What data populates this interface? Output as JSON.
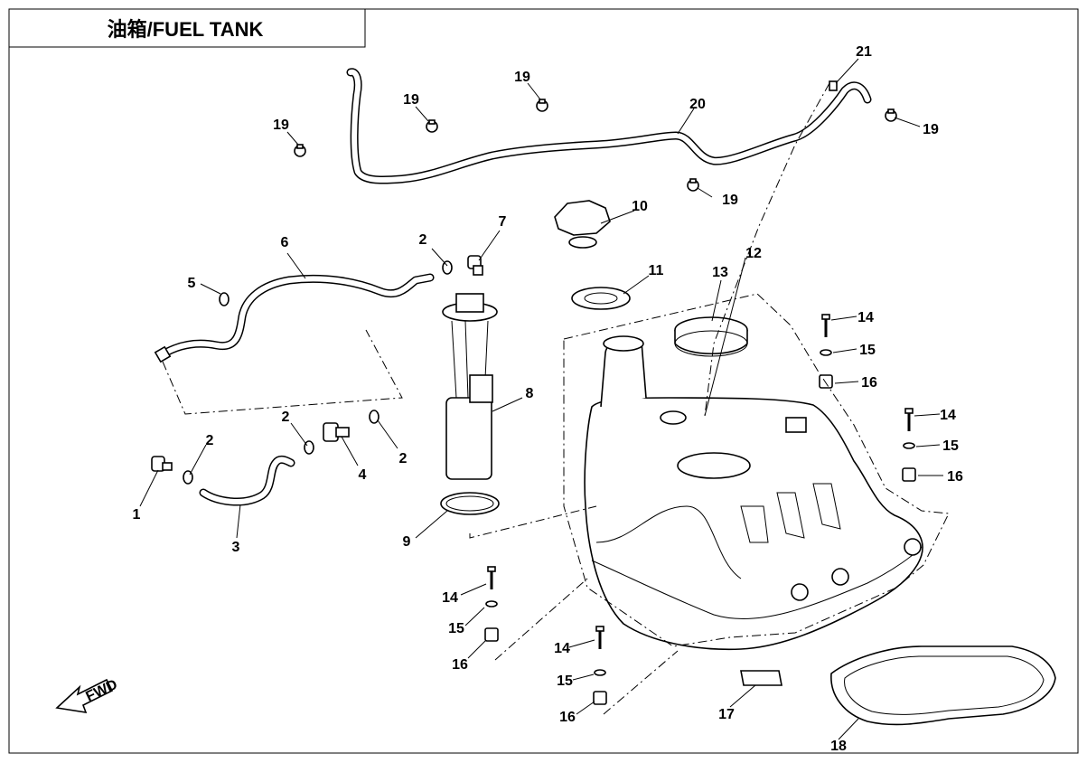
{
  "title": "油箱/FUEL TANK",
  "fwd_label": "FWD",
  "callouts": {
    "c1": "1",
    "c2a": "2",
    "c2b": "2",
    "c2c": "2",
    "c2d": "2",
    "c3": "3",
    "c4": "4",
    "c5": "5",
    "c6": "6",
    "c7": "7",
    "c8": "8",
    "c9": "9",
    "c10": "10",
    "c11": "11",
    "c12": "12",
    "c13": "13",
    "c14a": "14",
    "c14b": "14",
    "c14c": "14",
    "c14d": "14",
    "c15a": "15",
    "c15b": "15",
    "c15c": "15",
    "c15d": "15",
    "c16a": "16",
    "c16b": "16",
    "c16c": "16",
    "c16d": "16",
    "c17": "17",
    "c18": "18",
    "c19a": "19",
    "c19b": "19",
    "c19c": "19",
    "c19d": "19",
    "c19e": "19",
    "c20": "20",
    "c21": "21"
  }
}
